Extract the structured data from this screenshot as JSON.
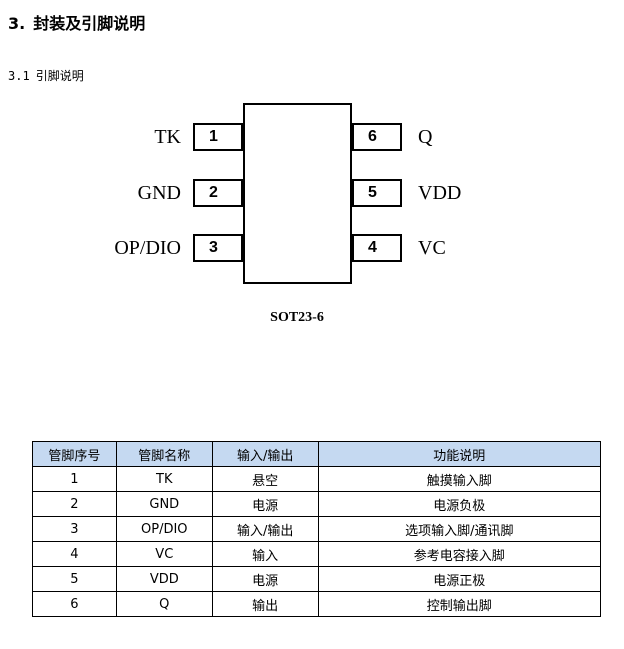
{
  "heading": {
    "number": "3.",
    "title": "封装及引脚说明"
  },
  "subheading": {
    "number": "3.1",
    "title": "引脚说明"
  },
  "diagram": {
    "package": "SOT23-6",
    "left_pins": [
      {
        "num": "1",
        "label": "TK"
      },
      {
        "num": "2",
        "label": "GND"
      },
      {
        "num": "3",
        "label": "OP/DIO"
      }
    ],
    "right_pins": [
      {
        "num": "6",
        "label": "Q"
      },
      {
        "num": "5",
        "label": "VDD"
      },
      {
        "num": "4",
        "label": "VC"
      }
    ]
  },
  "table": {
    "headers": [
      "管脚序号",
      "管脚名称",
      "输入/输出",
      "功能说明"
    ],
    "header_color": "#c5d9f1",
    "rows": [
      [
        "1",
        "TK",
        "悬空",
        "触摸输入脚"
      ],
      [
        "2",
        "GND",
        "电源",
        "电源负极"
      ],
      [
        "3",
        "OP/DIO",
        "输入/输出",
        "选项输入脚/通讯脚"
      ],
      [
        "4",
        "VC",
        "输入",
        "参考电容接入脚"
      ],
      [
        "5",
        "VDD",
        "电源",
        "电源正极"
      ],
      [
        "6",
        "Q",
        "输出",
        "控制输出脚"
      ]
    ]
  }
}
